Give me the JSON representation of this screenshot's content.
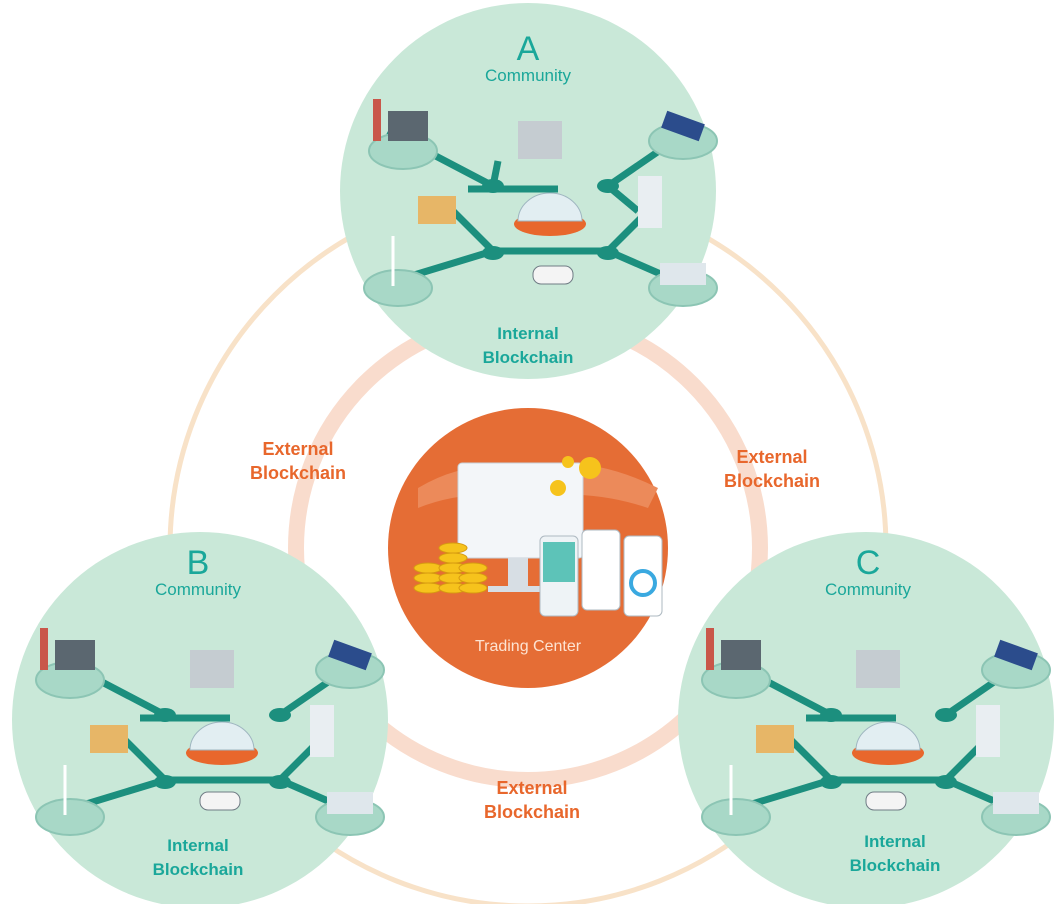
{
  "communities": [
    {
      "id": "A",
      "letter": "A",
      "label": "Community",
      "internal": [
        "Internal",
        "Blockchain"
      ]
    },
    {
      "id": "B",
      "letter": "B",
      "label": "Community",
      "internal": [
        "Internal",
        "Blockchain"
      ]
    },
    {
      "id": "C",
      "letter": "C",
      "label": "Community",
      "internal": [
        "Internal",
        "Blockchain"
      ]
    }
  ],
  "external_labels": [
    [
      "External",
      "Blockchain"
    ],
    [
      "External",
      "Blockchain"
    ],
    [
      "External",
      "Blockchain"
    ]
  ],
  "center": {
    "label": "Trading Center"
  },
  "node_icons": [
    "factory-icon",
    "power-plant-icon",
    "solar-panel-icon",
    "houses-icon",
    "office-tower-icon",
    "wind-turbine-icon",
    "electric-car-icon",
    "hydro-dam-icon",
    "control-dome-icon"
  ],
  "colors": {
    "community_fill": "#c9e8d8",
    "grid_line": "#1c8f7e",
    "accent_teal": "#1aa79a",
    "external_text": "#e8672c",
    "center_fill": "#e56d35",
    "outer_ring": "#f8dcc0",
    "inner_ring": "#f9d6c4"
  }
}
